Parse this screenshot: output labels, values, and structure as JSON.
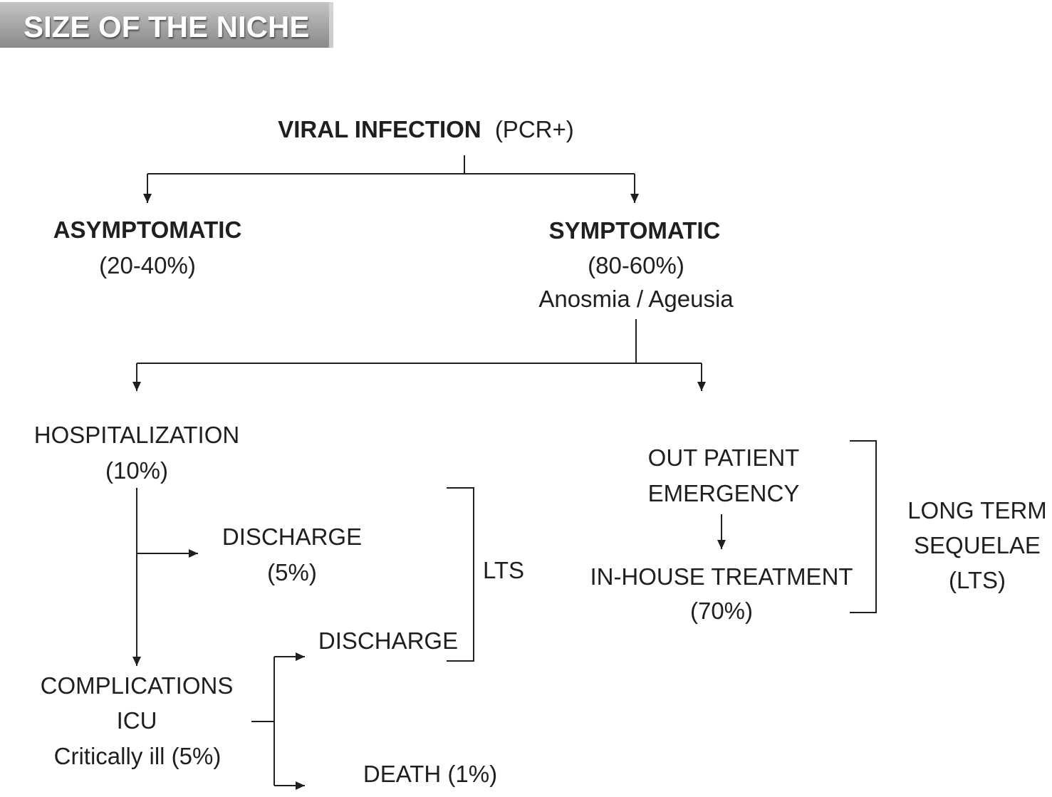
{
  "title": "SIZE OF THE NICHE",
  "root": {
    "label": "VIRAL INFECTION",
    "note": "(PCR+)"
  },
  "asymptomatic": {
    "label": "ASYMPTOMATIC",
    "percent": "(20-40%)"
  },
  "symptomatic": {
    "label": "SYMPTOMATIC",
    "percent": "(80-60%)",
    "symptoms": "Anosmia / Ageusia"
  },
  "hospitalization": {
    "label": "HOSPITALIZATION",
    "percent": "(10%)"
  },
  "discharge_early": {
    "label": "DISCHARGE",
    "percent": "(5%)"
  },
  "discharge_icu": {
    "label": "DISCHARGE"
  },
  "lts_short": "LTS",
  "complications": {
    "label": "COMPLICATIONS",
    "unit": "ICU",
    "severity": "Critically ill (5%)"
  },
  "death": {
    "label": "DEATH (1%)"
  },
  "outpatient": {
    "line1": "OUT PATIENT",
    "line2": "EMERGENCY",
    "treatment": "IN-HOUSE TREATMENT",
    "percent": "(70%)"
  },
  "lts_long": {
    "line1": "LONG TERM",
    "line2": "SEQUELAE",
    "line3": "(LTS)"
  },
  "colors": {
    "ink": "#1f1f1f",
    "banner_top": "#c4c4c4",
    "banner_bottom": "#8a8a8a",
    "banner_text": "#ffffff"
  }
}
